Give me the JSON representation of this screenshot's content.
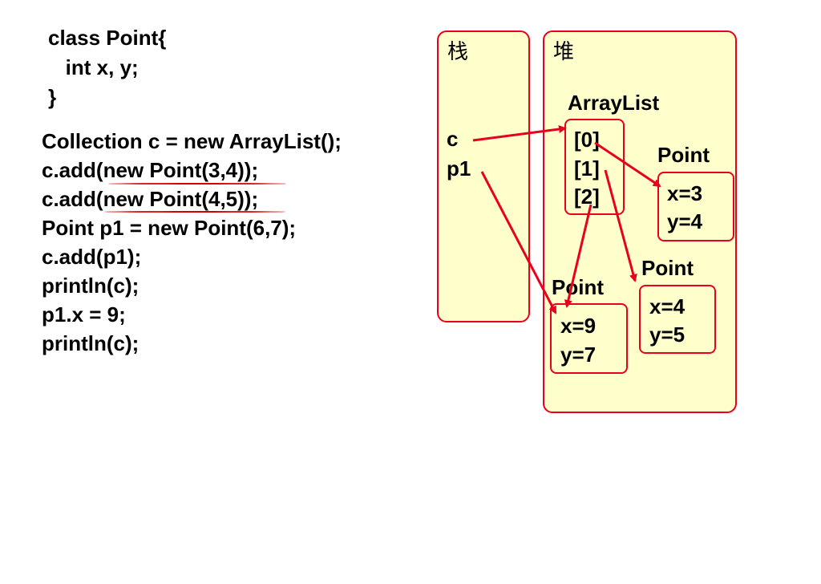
{
  "code": {
    "class_lines": [
      "class Point{",
      "   int x, y;",
      "}"
    ],
    "main_lines": [
      "Collection c = new ArrayList();",
      "c.add(new Point(3,4));",
      "c.add(new Point(4,5));",
      "Point p1 = new Point(6,7);",
      "c.add(p1);",
      "println(c);",
      "p1.x = 9;",
      "println(c);"
    ]
  },
  "stack": {
    "title": "栈",
    "vars": [
      "c",
      "p1"
    ]
  },
  "heap": {
    "title": "堆",
    "arraylist": {
      "label": "ArrayList",
      "slots": [
        "[0]",
        "[1]",
        "[2]"
      ]
    },
    "points": [
      {
        "label": "Point",
        "fields": [
          "x=3",
          "y=4"
        ]
      },
      {
        "label": "Point",
        "fields": [
          "x=4",
          "y=5"
        ]
      },
      {
        "label": "Point",
        "fields": [
          "x=9",
          "y=7"
        ]
      }
    ]
  },
  "colors": {
    "accent": "#e8001c",
    "panel_fill": "#ffffcc",
    "arrow": "#e8001c"
  }
}
